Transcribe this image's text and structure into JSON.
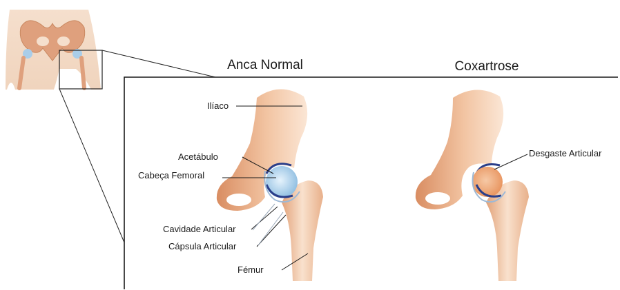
{
  "titles": {
    "normal": "Anca Normal",
    "arthrosis": "Coxartrose"
  },
  "labels": {
    "iliaco": "Ilíaco",
    "acetabulo": "Acetábulo",
    "cabeca_femoral": "Cabeça Femoral",
    "cavidade_articular": "Cavidade Articular",
    "capsula_articular": "Cápsula Articular",
    "femur": "Fémur",
    "desgaste_articular": "Desgaste Articular"
  }
}
